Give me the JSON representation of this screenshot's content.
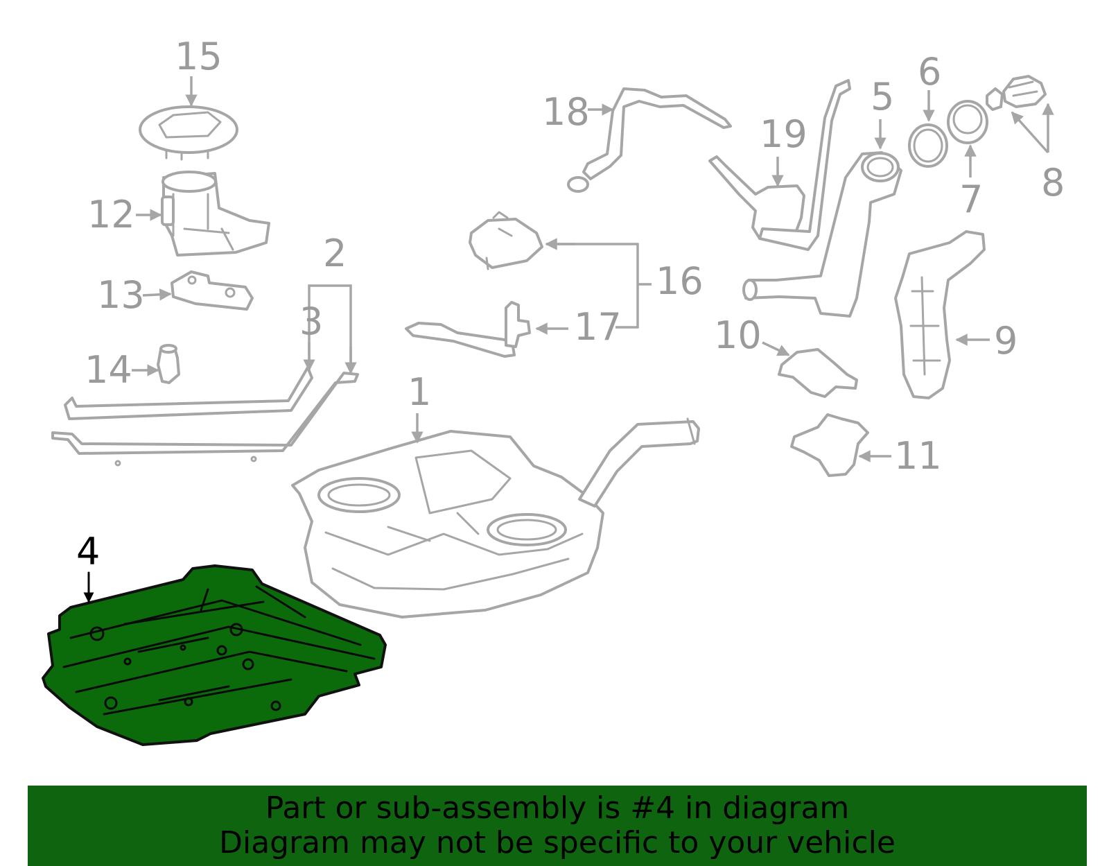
{
  "colors": {
    "highlight_fill": "#0b6b0b",
    "banner_bg": "#0f6410",
    "part_line": "#a6a6a6",
    "label_gray": "#9a9a9a",
    "label_highlight": "#000000"
  },
  "callouts": [
    {
      "id": "1",
      "text": "1"
    },
    {
      "id": "2",
      "text": "2"
    },
    {
      "id": "3",
      "text": "3"
    },
    {
      "id": "4",
      "text": "4"
    },
    {
      "id": "5",
      "text": "5"
    },
    {
      "id": "6",
      "text": "6"
    },
    {
      "id": "7",
      "text": "7"
    },
    {
      "id": "8",
      "text": "8"
    },
    {
      "id": "9",
      "text": "9"
    },
    {
      "id": "10",
      "text": "10"
    },
    {
      "id": "11",
      "text": "11"
    },
    {
      "id": "12",
      "text": "12"
    },
    {
      "id": "13",
      "text": "13"
    },
    {
      "id": "14",
      "text": "14"
    },
    {
      "id": "15",
      "text": "15"
    },
    {
      "id": "16",
      "text": "16"
    },
    {
      "id": "17",
      "text": "17"
    },
    {
      "id": "18",
      "text": "18"
    },
    {
      "id": "19",
      "text": "19"
    }
  ],
  "highlighted_part": "4",
  "banner": {
    "line1": "Part or sub-assembly is #4 in diagram",
    "line2": "Diagram may not be specific to your vehicle"
  }
}
